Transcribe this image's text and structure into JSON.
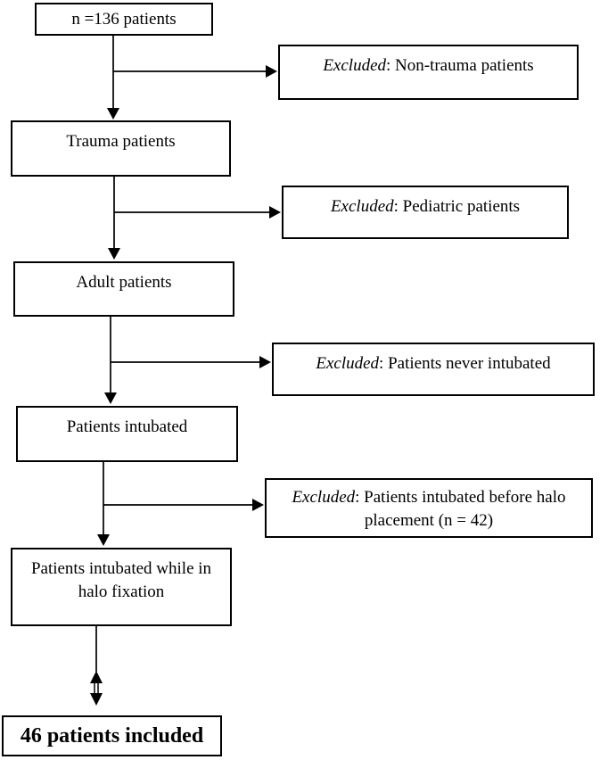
{
  "diagram": {
    "type": "patient-flow-chart",
    "colors": {
      "background": "#ffffff",
      "line": "#000000",
      "text": "#000000"
    },
    "boxes": {
      "start": {
        "label": "n =136 patients"
      },
      "trauma": {
        "label": "Trauma patients"
      },
      "adult": {
        "label": "Adult patients"
      },
      "intubated": {
        "label": "Patients intubated"
      },
      "halo": {
        "line1": "Patients intubated while in",
        "line2": "halo fixation"
      },
      "included": {
        "label": "46 patients included"
      }
    },
    "excluded": [
      {
        "em": "Excluded",
        "rest": ": Non-trauma patients"
      },
      {
        "em": "Excluded",
        "rest": ": Pediatric patients"
      },
      {
        "em": "Excluded",
        "rest": ": Patients never intubated"
      },
      {
        "em": "Excluded",
        "rest": ": Patients intubated before halo",
        "rest2": "placement (n = 42)"
      }
    ]
  }
}
